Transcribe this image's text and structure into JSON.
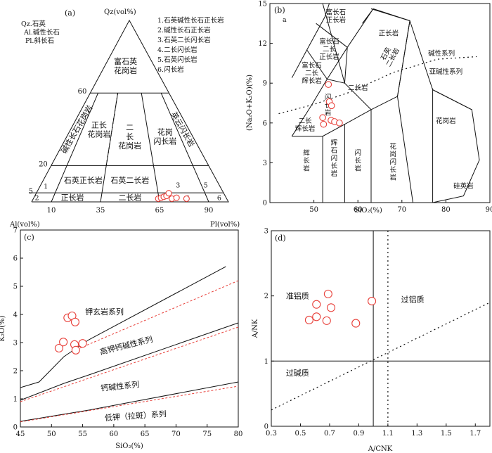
{
  "chart_data": [
    {
      "panel": "(a)",
      "type": "ternary",
      "apex_top": "Qz(vol%)",
      "apex_left": "Al(vol%)",
      "apex_right": "Pl(vol%)",
      "abbreviations": [
        "Qz.石英",
        "Al.碱性长石",
        "Pl.斜长石"
      ],
      "legend": [
        "1.石英碱性长石正长岩",
        "2.碱性长石正长岩",
        "3.石英二长闪长岩",
        "4.二长闪长岩",
        "5.石英闪长岩",
        "6.闪长岩"
      ],
      "q_ticks": [
        "60",
        "20",
        "5"
      ],
      "p_ticks": [
        "10",
        "35",
        "65",
        "90"
      ],
      "fields": [
        {
          "id": "qr",
          "label": "富石英花岗岩",
          "lines": [
            "富石英",
            "花岗岩"
          ],
          "x": 0.42,
          "q": 0.75
        },
        {
          "id": "akf",
          "label": "碱性长石花岗岩",
          "lines": [
            "碱性长石花岗岩"
          ],
          "x": 0.05,
          "q": 0.4,
          "rot": -60
        },
        {
          "id": "syg",
          "label": "正长花岗岩",
          "lines": [
            "正长",
            "花岗岩"
          ],
          "x": 0.24,
          "q": 0.4
        },
        {
          "id": "mzg",
          "label": "二长花岗岩",
          "lines": [
            "二",
            "长",
            "花岗岩"
          ],
          "x": 0.5,
          "q": 0.36
        },
        {
          "id": "grd",
          "label": "花岗闪长岩",
          "lines": [
            "花岗",
            "闪长岩"
          ],
          "x": 0.78,
          "q": 0.36
        },
        {
          "id": "ton",
          "label": "英云闪长岩",
          "lines": [
            "英云闪长岩"
          ],
          "x": 0.95,
          "q": 0.4,
          "rot": 60
        },
        {
          "id": "f1",
          "label": "1",
          "x": 0.03,
          "q": 0.09
        },
        {
          "id": "qsy",
          "label": "石英正长岩",
          "lines": [
            "石英正长岩"
          ],
          "x": 0.23,
          "q": 0.12
        },
        {
          "id": "qmz",
          "label": "石英二长岩",
          "lines": [
            "石英二长岩"
          ],
          "x": 0.5,
          "q": 0.12
        },
        {
          "id": "f3",
          "label": "3",
          "x": 0.77,
          "q": 0.095
        },
        {
          "id": "f5",
          "label": "5",
          "x": 0.925,
          "q": 0.095
        },
        {
          "id": "f2",
          "label": "2",
          "x": 0.015,
          "q": 0.025
        },
        {
          "id": "sy",
          "label": "正长岩",
          "lines": [
            "正长岩"
          ],
          "x": 0.2,
          "q": 0.025
        },
        {
          "id": "mz",
          "label": "二长岩",
          "lines": [
            "二长岩"
          ],
          "x": 0.5,
          "q": 0.025
        },
        {
          "id": "f4",
          "label": "4",
          "x": 0.8,
          "q": 0.025
        },
        {
          "id": "f6",
          "label": "6",
          "x": 0.965,
          "q": 0.025
        }
      ],
      "samples": [
        {
          "x": 0.645,
          "q": 0.01
        },
        {
          "x": 0.66,
          "q": 0.015
        },
        {
          "x": 0.675,
          "q": 0.02
        },
        {
          "x": 0.69,
          "q": 0.025
        },
        {
          "x": 0.705,
          "q": 0.04
        },
        {
          "x": 0.715,
          "q": 0.01
        },
        {
          "x": 0.74,
          "q": 0.015
        },
        {
          "x": 0.79,
          "q": 0.01
        }
      ]
    },
    {
      "panel": "(b)",
      "type": "scatter",
      "xlabel": "SiO₂(%)",
      "ylabel": "(Na₂O+K₂O)(%)",
      "xlim": [
        40,
        90
      ],
      "ylim": [
        0,
        15
      ],
      "xticks": [
        50,
        60,
        70,
        80,
        90
      ],
      "yticks": [
        0,
        3,
        6,
        9,
        12,
        15
      ],
      "annot_a": "a",
      "boundary_lines": [
        [
          [
            52,
            15
          ],
          [
            57,
            9
          ],
          [
            63,
            7
          ],
          [
            69,
            8
          ],
          [
            71.8,
            13.7
          ]
        ],
        [
          [
            45,
            9.4
          ],
          [
            48.4,
            11.5
          ],
          [
            52.5,
            14
          ],
          [
            53.5,
            15
          ]
        ],
        [
          [
            53,
            9.3
          ],
          [
            48.4,
            11.5
          ]
        ],
        [
          [
            57.6,
            11.7
          ],
          [
            53,
            9.3
          ],
          [
            49.4,
            7.3
          ],
          [
            45,
            5
          ]
        ],
        [
          [
            57.6,
            11.7
          ],
          [
            50.5,
            13.5
          ]
        ],
        [
          [
            61,
            13.5
          ],
          [
            63.5,
            14.6
          ],
          [
            57.6,
            11.7
          ],
          [
            57,
            9
          ]
        ],
        [
          [
            63.5,
            14.6
          ],
          [
            71.8,
            13.7
          ],
          [
            69,
            8
          ]
        ],
        [
          [
            71.8,
            13.7
          ],
          [
            77,
            8.5
          ],
          [
            85.9,
            7
          ]
        ],
        [
          [
            57,
            9
          ],
          [
            53,
            9.3
          ]
        ],
        [
          [
            45,
            5
          ],
          [
            52,
            5
          ],
          [
            57,
            5.9
          ],
          [
            63,
            7
          ]
        ],
        [
          [
            52,
            5
          ],
          [
            52,
            0
          ]
        ],
        [
          [
            57,
            5.9
          ],
          [
            57,
            0
          ]
        ],
        [
          [
            63,
            7
          ],
          [
            63,
            0
          ]
        ],
        [
          [
            69,
            8
          ],
          [
            72.5,
            0
          ]
        ],
        [
          [
            77,
            8.5
          ],
          [
            77,
            0
          ]
        ],
        [
          [
            77,
            8.5
          ],
          [
            77,
            8.6
          ]
        ],
        [
          [
            77,
            0
          ],
          [
            84,
            0.5
          ],
          [
            87.6,
            3.2
          ],
          [
            85.9,
            7
          ],
          [
            77,
            8.5
          ]
        ],
        [
          [
            63,
            14.6
          ],
          [
            71.8,
            13.7
          ]
        ],
        [
          [
            61,
            13.5
          ],
          [
            61,
            13.5
          ]
        ]
      ],
      "divider": [
        [
          42,
          6.7
        ],
        [
          50,
          7.4
        ],
        [
          58,
          8.3
        ],
        [
          68,
          9.8
        ],
        [
          78,
          10.8
        ],
        [
          87,
          11
        ]
      ],
      "fields": [
        {
          "label": "富长石正长岩",
          "lines": [
            "富长石",
            "正长岩"
          ],
          "x": 55,
          "y": 14.1
        },
        {
          "label": "正长岩",
          "lines": [
            "正长岩"
          ],
          "x": 67,
          "y": 12.8
        },
        {
          "label": "富长石二长正长岩",
          "lines": [
            "富长石",
            "二长",
            "正长岩"
          ],
          "x": 53.5,
          "y": 11.6
        },
        {
          "label": "富长石二长辉长岩",
          "lines": [
            "富长石",
            "二长",
            "辉长岩"
          ],
          "x": 49.5,
          "y": 9.8
        },
        {
          "label": "二长岩",
          "lines": [
            "二长岩"
          ],
          "x": 60,
          "y": 8.7
        },
        {
          "label": "石英二长岩",
          "lines": [
            "石英",
            "二长岩"
          ],
          "x": 67,
          "y": 11.1,
          "rot": -62
        },
        {
          "label": "闪长岩",
          "lines": [
            "闪",
            "长",
            "岩"
          ],
          "x": 53.2,
          "y": 7.4
        },
        {
          "label": "二长辉长岩",
          "lines": [
            "二长",
            "辉长岩"
          ],
          "x": 48,
          "y": 5.9
        },
        {
          "label": "辉长岩",
          "lines": [
            "辉",
            "长",
            "岩"
          ],
          "x": 48.3,
          "y": 3.2
        },
        {
          "label": "辉石闪长岩",
          "lines": [
            "辉",
            "石",
            "闪",
            "长",
            "岩"
          ],
          "x": 54.6,
          "y": 3.4
        },
        {
          "label": "闪长岩",
          "lines": [
            "闪",
            "长",
            "岩"
          ],
          "x": 60,
          "y": 3.2
        },
        {
          "label": "花岗闪长岩",
          "lines": [
            "花",
            "岗",
            "闪",
            "长",
            "岩"
          ],
          "x": 68,
          "y": 3.1
        },
        {
          "label": "花岗岩",
          "lines": [
            "花岗岩"
          ],
          "x": 80,
          "y": 6.2
        },
        {
          "label": "碱性系列",
          "lines": [
            "碱性系列"
          ],
          "x": 79,
          "y": 11.3
        },
        {
          "label": "亚碱性系列",
          "lines": [
            "亚碱性系列"
          ],
          "x": 80,
          "y": 9.9
        },
        {
          "label": "硅英岩",
          "lines": [
            "硅英岩"
          ],
          "x": 84,
          "y": 1.3
        }
      ],
      "samples": [
        {
          "x": 53.3,
          "y": 8.9
        },
        {
          "x": 53.5,
          "y": 7.6
        },
        {
          "x": 54.0,
          "y": 7.3
        },
        {
          "x": 53.9,
          "y": 6.2
        },
        {
          "x": 54.7,
          "y": 6.1
        },
        {
          "x": 55.8,
          "y": 6.0
        },
        {
          "x": 52.0,
          "y": 6.4
        },
        {
          "x": 52.2,
          "y": 5.9
        }
      ]
    },
    {
      "panel": "(c)",
      "type": "scatter",
      "xlabel": "SiO₂(%)",
      "ylabel": "K₂O(%)",
      "xlim": [
        45,
        80
      ],
      "ylim": [
        0,
        7
      ],
      "xticks": [
        45,
        50,
        55,
        60,
        65,
        70,
        75,
        80
      ],
      "yticks": [
        0,
        1,
        2,
        3,
        4,
        5,
        6,
        7
      ],
      "boundary_lines": [
        [
          [
            45,
            1.4
          ],
          [
            48,
            1.6
          ],
          [
            52,
            2.5
          ],
          [
            56,
            3.1
          ],
          [
            78,
            5.7
          ]
        ],
        [
          [
            45,
            0.95
          ],
          [
            52,
            1.55
          ],
          [
            56,
            1.85
          ],
          [
            80,
            3.7
          ]
        ],
        [
          [
            45,
            0.2
          ],
          [
            56,
            0.6
          ],
          [
            80,
            1.6
          ]
        ]
      ],
      "red_dashed_lines": [
        [
          [
            54,
            2.75
          ],
          [
            80,
            5.2
          ]
        ],
        [
          [
            45,
            0.9
          ],
          [
            80,
            3.55
          ]
        ],
        [
          [
            45,
            0.18
          ],
          [
            80,
            1.45
          ]
        ]
      ],
      "fields": [
        {
          "label": "钾玄岩系列",
          "x": 58.5,
          "y": 4.1
        },
        {
          "label": "高钾钙碱性系列",
          "x": 62,
          "y": 2.9,
          "rot": -14
        },
        {
          "label": "钙碱性系列",
          "x": 61,
          "y": 1.45,
          "rot": -6
        },
        {
          "label": "低钾（拉斑）系列",
          "x": 63.5,
          "y": 0.4,
          "rot": -4
        }
      ],
      "samples": [
        {
          "x": 52.6,
          "y": 3.88
        },
        {
          "x": 53.3,
          "y": 3.95
        },
        {
          "x": 53.8,
          "y": 3.73
        },
        {
          "x": 51.2,
          "y": 2.8
        },
        {
          "x": 51.9,
          "y": 3.02
        },
        {
          "x": 53.7,
          "y": 2.93
        },
        {
          "x": 53.9,
          "y": 2.73
        },
        {
          "x": 55.0,
          "y": 2.97
        }
      ]
    },
    {
      "panel": "(d)",
      "type": "scatter",
      "xlabel": "A/CNK",
      "ylabel": "A/NK",
      "xlim": [
        0.3,
        1.8
      ],
      "ylim": [
        0,
        3
      ],
      "xticks": [
        "0.3",
        "0.5",
        "0.7",
        "0.9",
        "1.1",
        "1.3",
        "1.5",
        "1.7"
      ],
      "yticks": [
        "0",
        "1",
        "2",
        "3"
      ],
      "solid_lines": [
        [
          [
            0.3,
            1
          ],
          [
            1.8,
            1
          ]
        ],
        [
          [
            1.0,
            0
          ],
          [
            1.0,
            3
          ]
        ]
      ],
      "dotted_lines": [
        [
          [
            1.1,
            0
          ],
          [
            1.1,
            3
          ]
        ],
        [
          [
            0.3,
            0.25
          ],
          [
            1.8,
            1.9
          ]
        ]
      ],
      "fields": [
        {
          "label": "准铝质",
          "x": 0.48,
          "y": 2.0
        },
        {
          "label": "过铝质",
          "x": 1.27,
          "y": 1.95
        },
        {
          "label": "过碱质",
          "x": 0.48,
          "y": 0.82
        }
      ],
      "samples": [
        {
          "x": 0.69,
          "y": 2.03
        },
        {
          "x": 0.61,
          "y": 1.87
        },
        {
          "x": 0.71,
          "y": 1.82
        },
        {
          "x": 0.56,
          "y": 1.63
        },
        {
          "x": 0.61,
          "y": 1.68
        },
        {
          "x": 0.68,
          "y": 1.62
        },
        {
          "x": 0.88,
          "y": 1.58
        },
        {
          "x": 0.99,
          "y": 1.92
        }
      ]
    }
  ]
}
